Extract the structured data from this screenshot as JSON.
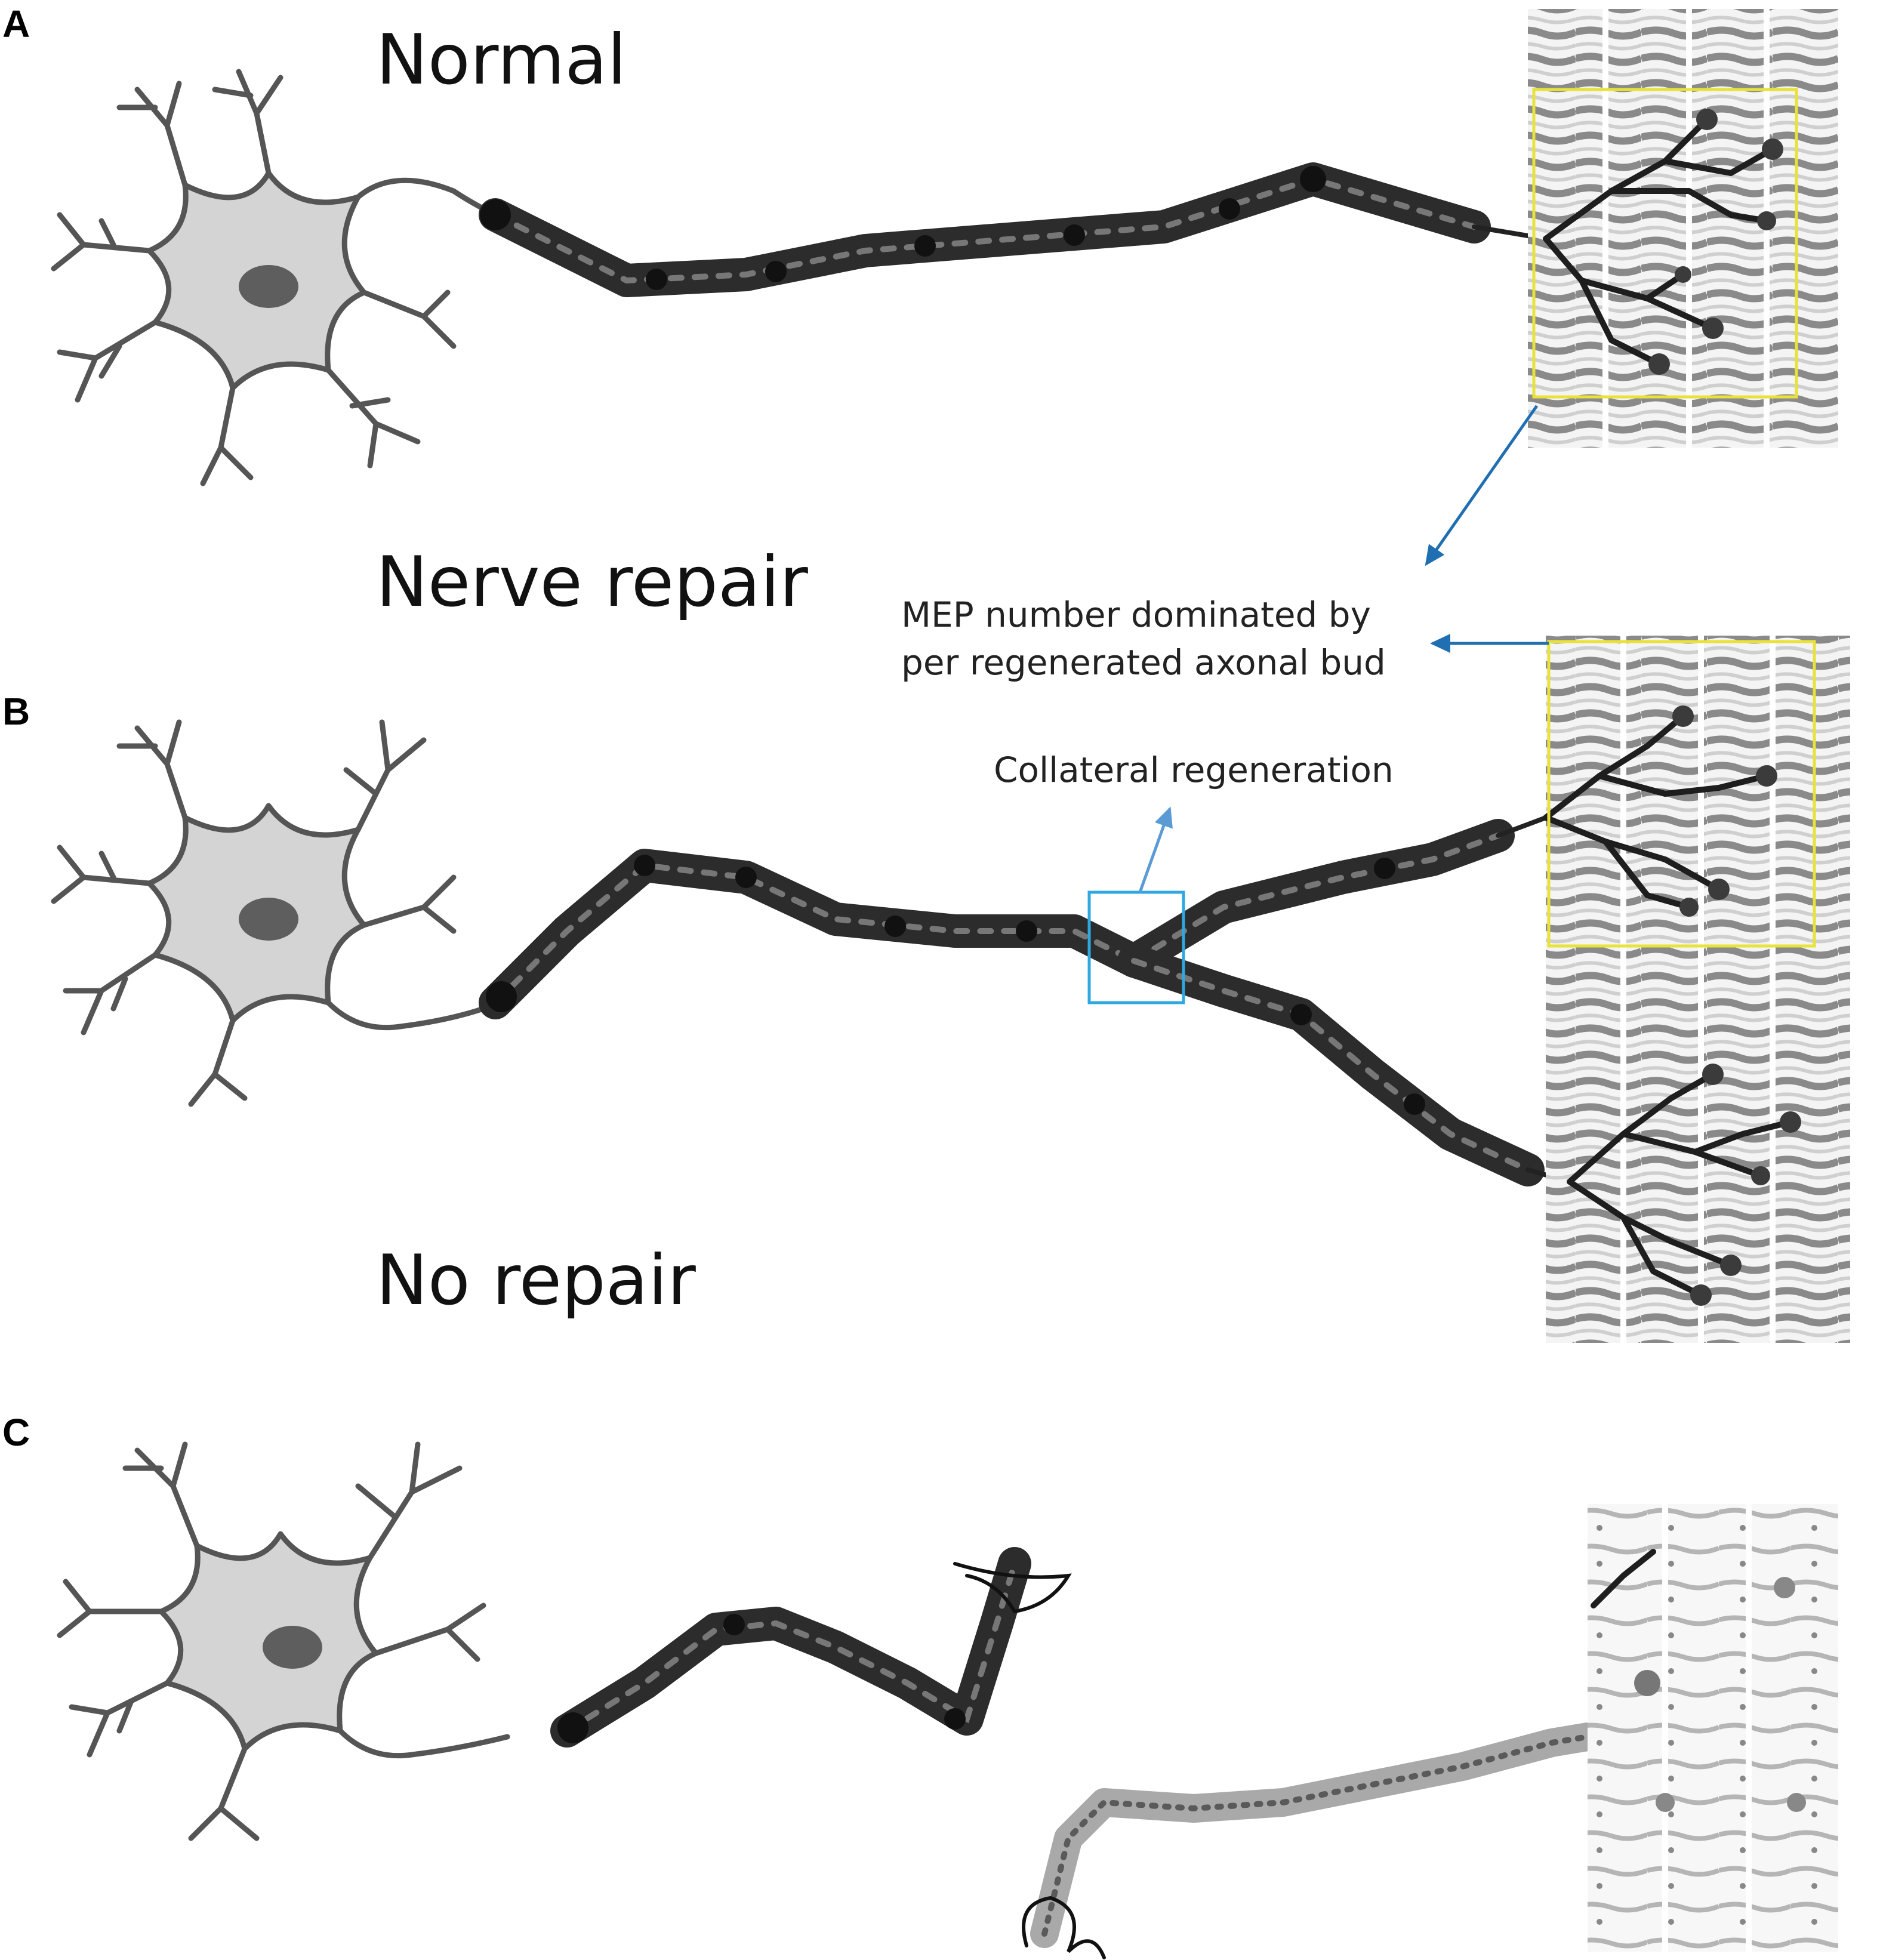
{
  "panels": [
    {
      "letter": "A",
      "heading": "Normal"
    },
    {
      "letter": "B",
      "heading": "Nerve repair"
    },
    {
      "letter": "C",
      "heading": "No repair"
    }
  ],
  "annotations": {
    "mep_line1": "MEP number dominated by",
    "mep_line2": "per regenerated axonal bud",
    "collateral": "Collateral regeneration"
  },
  "colors": {
    "soma_fill": "#d4d4d4",
    "outline": "#555555",
    "mep_box": "#e8e23a",
    "collateral_box": "#2fa8e0",
    "arrow": "#1f6fb2"
  }
}
